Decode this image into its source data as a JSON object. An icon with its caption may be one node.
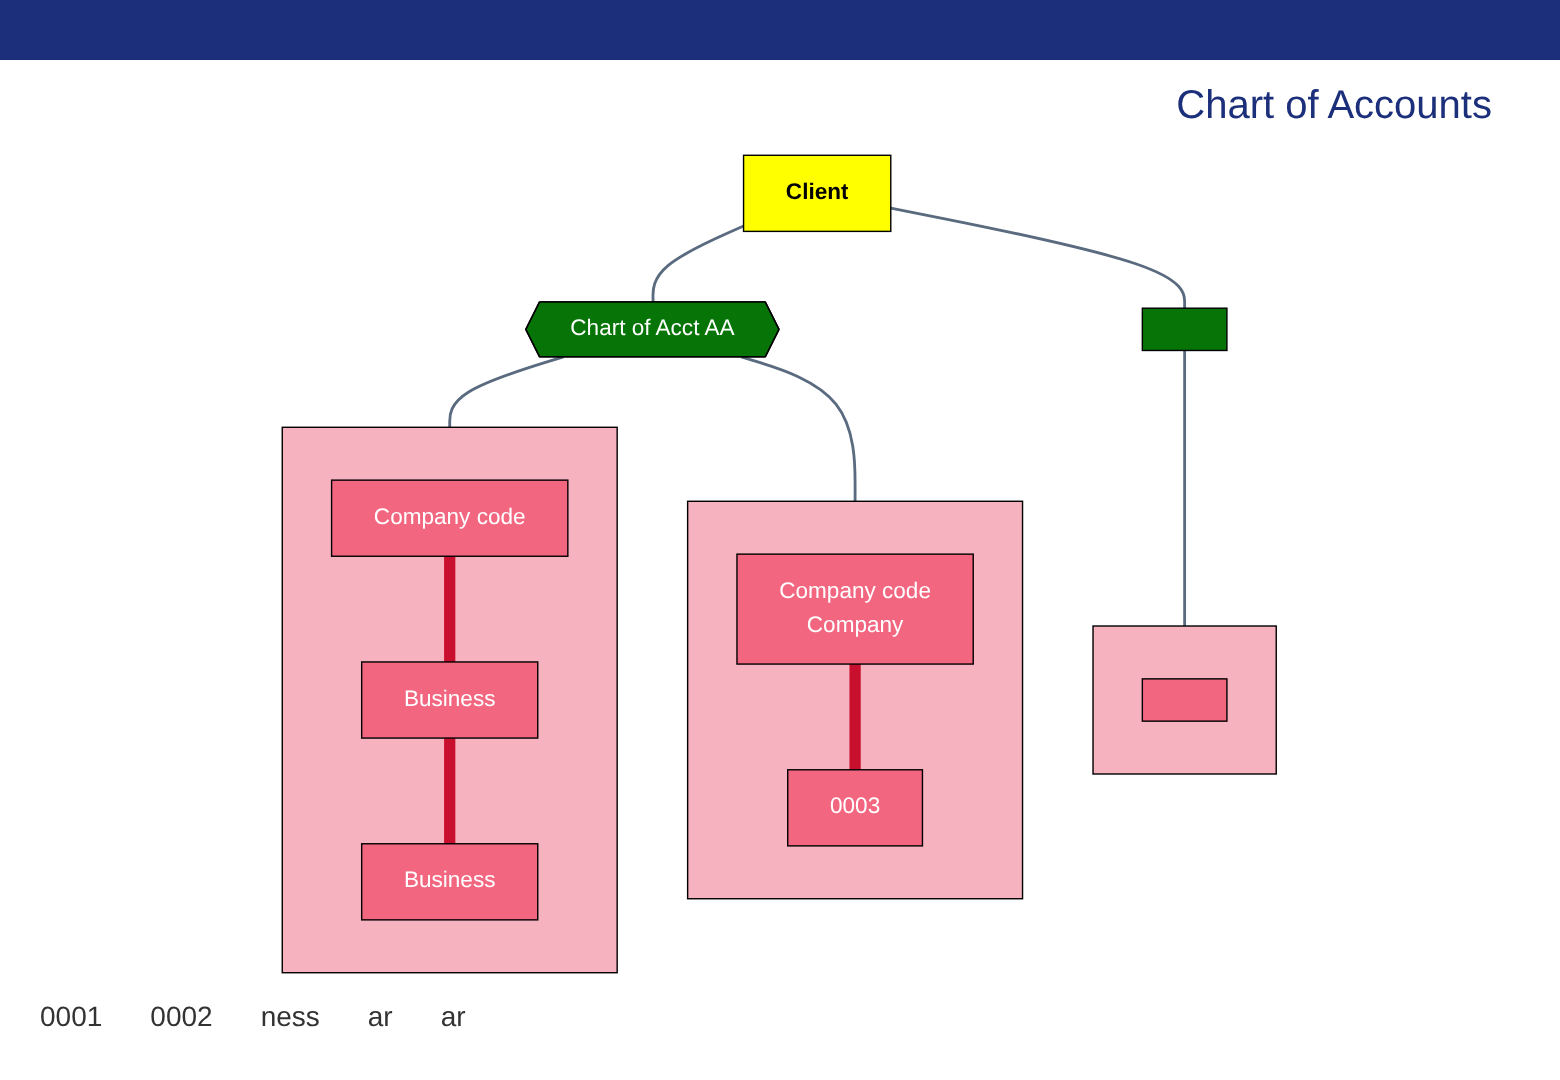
{
  "diagram": {
    "title": "Chart of Accounts",
    "nodes": [
      {
        "text": [
          "Client"
        ]
      },
      {
        "text": [
          "Chart of Acct AA"
        ]
      },
      {
        "text": [],
        "shape": "box"
      },
      {
        "text": [],
        "shape": "box"
      },
      {
        "text": [
          "Company code"
        ],
        "in": 3
      },
      {
        "text": [
          "Business"
        ],
        "in": 3
      },
      {
        "text": [
          "Business"
        ],
        "in": 3
      },
      {
        "text": [],
        "shape": "box"
      },
      {
        "text": [
          "Company code",
          "Company"
        ],
        "in": 7
      },
      {
        "text": [
          "0003"
        ],
        "in": 7
      },
      {
        "text": [],
        "shape": "box"
      },
      {
        "text": [],
        "shape": "box",
        "in": 10
      }
    ],
    "edges": [
      {
        "from": 0,
        "to": 1,
        "arrow": "none"
      },
      {
        "from": 0,
        "to": 2,
        "arrow": "none"
      },
      {
        "from": 1,
        "to": 3,
        "arrow": "none"
      },
      {
        "from": 1,
        "to": 7,
        "arrow": "none"
      },
      {
        "from": 2,
        "to": 10,
        "arrow": "none"
      },
      {
        "from": 4,
        "to": 5,
        "arrow": "none",
        "style": "thick",
        "color": "#c8102e"
      },
      {
        "from": 5,
        "to": 6,
        "arrow": "none",
        "style": "thick",
        "color": "#c8102e"
      },
      {
        "from": 8,
        "to": 9,
        "arrow": "none",
        "style": "thick",
        "color": "#c8102e"
      }
    ],
    "labels": [
      "0001",
      "0002",
      "ness",
      "ar",
      "ar"
    ]
  }
}
